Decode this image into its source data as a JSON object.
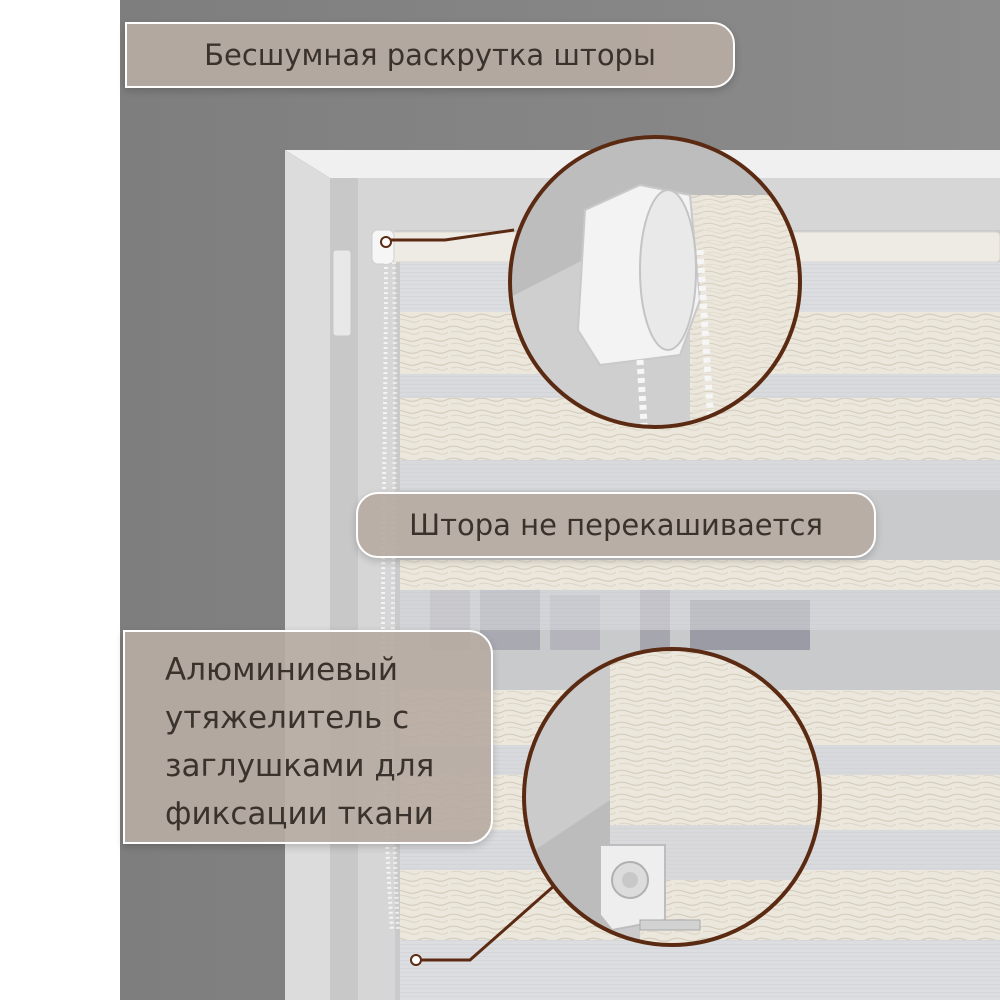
{
  "labels": {
    "top": "Бесшумная раскрутка шторы",
    "middle": "Штора не перекашивается",
    "bottom": [
      "Алюминиевый",
      "утяжелитель с",
      "заглушками для",
      "фиксации ткани"
    ]
  },
  "colors": {
    "wall": "#838383",
    "window_frame": "#e4e4e4",
    "label_fill": "#b7aba2",
    "label_text": "#3a322d",
    "callout_ring": "#5b2a12"
  },
  "icons": {
    "callout_top": "magnified-control-mechanism",
    "callout_bottom": "magnified-bottom-weight-endcap"
  }
}
